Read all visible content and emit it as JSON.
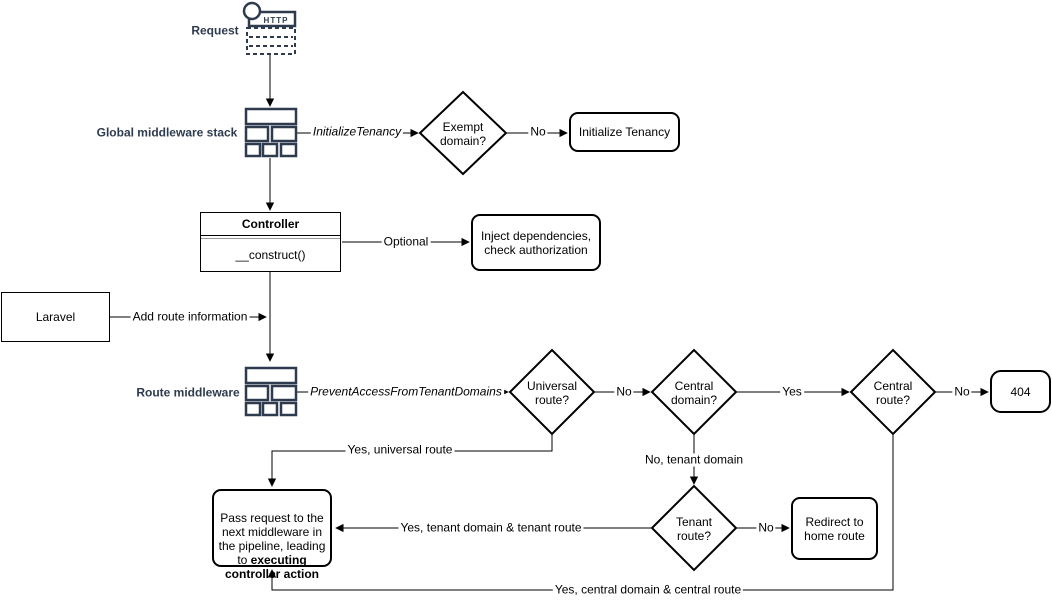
{
  "colors": {
    "accent": "#2e3b4e",
    "stroke": "#000000",
    "background": "#ffffff"
  },
  "nodes": {
    "request_label": "Request",
    "http_label": "HTTP",
    "global_middleware_label": "Global middleware stack",
    "exempt_domain": "Exempt\ndomain?",
    "initialize_tenancy": "Initialize Tenancy",
    "controller_title": "Controller",
    "controller_method": "__construct()",
    "inject_dependencies": "Inject dependencies,\ncheck authorization",
    "laravel": "Laravel",
    "route_middleware_label": "Route middleware",
    "universal_route": "Universal\nroute?",
    "central_domain": "Central\ndomain?",
    "central_route": "Central\nroute?",
    "error_404": "404",
    "tenant_route": "Tenant\nroute?",
    "redirect_home": "Redirect to\nhome route",
    "pass_request_normal": "Pass request to the next middleware in the pipeline, leading to ",
    "pass_request_bold": "executing controller action"
  },
  "edge_labels": {
    "initialize_tenancy": "InitializeTenancy",
    "exempt_no": "No",
    "optional": "Optional",
    "add_route_information": "Add route information",
    "prevent_access": "PreventAccessFromTenantDomains",
    "universal_no": "No",
    "central_domain_yes": "Yes",
    "central_route_no": "No",
    "tenant_no": "No",
    "yes_universal_route": "Yes, universal route",
    "no_tenant_domain": "No, tenant domain",
    "yes_tenant_domain_route": "Yes, tenant domain & tenant route",
    "yes_central_domain_route": "Yes, central domain & central route"
  }
}
